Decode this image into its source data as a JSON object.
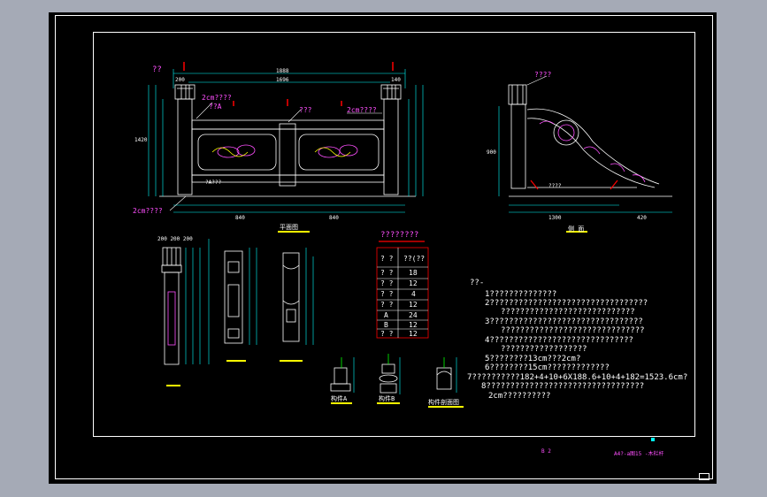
{
  "view_labels": {
    "front": "平面图",
    "side": "侧 面",
    "part_a": "构件A",
    "part_b": "构件B",
    "section": "构件剖面图"
  },
  "table": {
    "title": "????????",
    "headers": [
      "?  ?",
      "??(??"
    ],
    "rows": [
      [
        "?  ?",
        "18"
      ],
      [
        "?  ?",
        "12"
      ],
      [
        "?  ?",
        "4"
      ],
      [
        "?  ?",
        "12"
      ],
      [
        "A",
        "24"
      ],
      [
        "B",
        "12"
      ]
    ],
    "footer": [
      "?  ?",
      "12"
    ]
  },
  "notes": {
    "heading": "??-",
    "lines": [
      "1??????????????",
      "2?????????????????????????????????",
      "????????????????????????????",
      "3????????????????????????????????",
      "??????????????????????????????",
      "4??????????????????????????????",
      "??????????????????",
      "5????????13cm???2cm?",
      "6????????15cm?????????????",
      "7??????????182+4+10+6X188.6+10+4+182=1523.6cm?",
      "8?????????????????????????????????",
      "2cm??????????"
    ]
  },
  "title_block": {
    "left": "B 2",
    "right": "A4?-a图15 -木栏杆"
  },
  "dimensions": {
    "front_top_total": "1888",
    "front_top_inner": "1696",
    "front_left_mark": "??",
    "front_post_a": "200",
    "front_post_b": "140",
    "front_label_2cm_top": "2cm????",
    "front_label_a": "??A",
    "front_label_mid": "???",
    "front_label_2cm_right": "2cm????",
    "front_label_2cm_bottom": "2cm????",
    "front_label_sub": "?A???",
    "front_height": "1420",
    "front_bottom_total": "840",
    "front_bottom_right": "840",
    "side_top_mark": "????",
    "side_bottom_total": "1300",
    "side_bottom_right": "420",
    "side_height": "900",
    "side_note": "????",
    "part_top": "200 200 200"
  }
}
